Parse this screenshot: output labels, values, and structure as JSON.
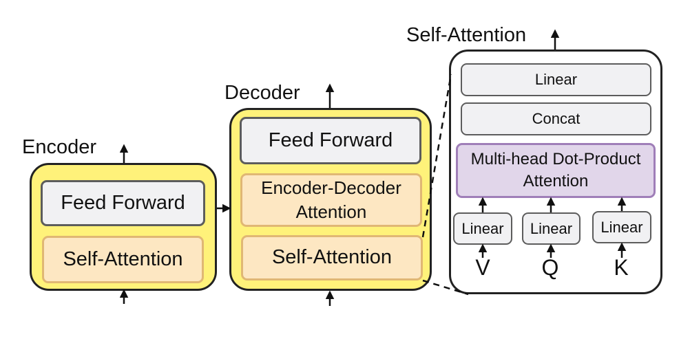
{
  "encoder": {
    "title": "Encoder",
    "feed_forward": "Feed Forward",
    "self_attention": "Self-Attention"
  },
  "decoder": {
    "title": "Decoder",
    "feed_forward": "Feed Forward",
    "enc_dec_attention": "Encoder-Decoder Attention",
    "self_attention": "Self-Attention"
  },
  "self_attention_detail": {
    "title": "Self-Attention",
    "linear_top": "Linear",
    "concat": "Concat",
    "multi_head": "Multi-head Dot-Product Attention",
    "linear_inputs": [
      "Linear",
      "Linear",
      "Linear"
    ],
    "inputs": [
      "V",
      "Q",
      "K"
    ]
  },
  "colors": {
    "block_fill": "#fff27a",
    "gray_box": "#f1f1f3",
    "peach_box": "#fde7c2",
    "purple_box": "#e1d6ea"
  }
}
